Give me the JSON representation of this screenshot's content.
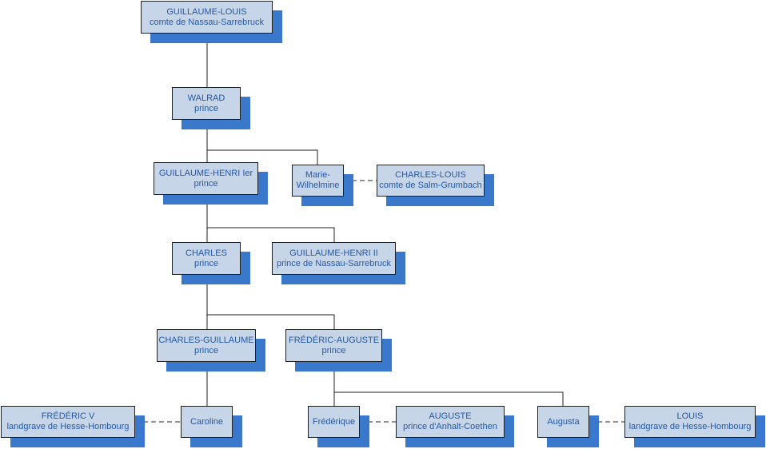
{
  "colors": {
    "box_fill": "#c7d5e8",
    "box_border": "#1f1f1f",
    "shadow": "#3a78cc",
    "text": "#2459a6",
    "connector": "#1f1f1f"
  },
  "nodes": {
    "guillaume_louis": {
      "name": "GUILLAUME-LOUIS",
      "title": "comte de Nassau-Sarrebruck"
    },
    "walrad": {
      "name": "WALRAD",
      "title": "prince"
    },
    "guillaume_henri_1": {
      "name": "GUILLAUME-HENRI Ier",
      "title": "prince"
    },
    "marie_wilhelmine": {
      "name": "Marie-",
      "title": "Wilhelmine"
    },
    "charles_louis": {
      "name": "CHARLES-LOUIS",
      "title": "comte de Salm-Grumbach"
    },
    "charles": {
      "name": "CHARLES",
      "title": "prince"
    },
    "guillaume_henri_2": {
      "name": "GUILLAUME-HENRI II",
      "title": "prince de Nassau-Sarrebruck"
    },
    "charles_guillaume": {
      "name": "CHARLES-GUILLAUME",
      "title": "prince"
    },
    "frederic_auguste": {
      "name": "FRÉDÉRIC-AUGUSTE",
      "title": "prince"
    },
    "frederic_v": {
      "name": "FRÉDÉRIC V",
      "title": "landgrave de Hesse-Hombourg"
    },
    "caroline": {
      "name": "Caroline",
      "title": ""
    },
    "frederique": {
      "name": "Frédérique",
      "title": ""
    },
    "auguste": {
      "name": "AUGUSTE",
      "title": "prince d'Anhalt-Coethen"
    },
    "augusta": {
      "name": "Augusta",
      "title": ""
    },
    "louis": {
      "name": "LOUIS",
      "title": "landgrave de Hesse-Hombourg"
    }
  }
}
